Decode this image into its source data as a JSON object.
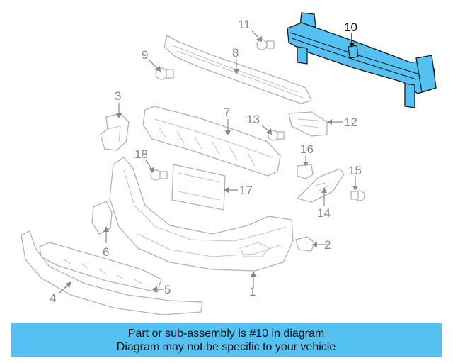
{
  "callouts": [
    {
      "number": "1"
    },
    {
      "number": "2"
    },
    {
      "number": "3"
    },
    {
      "number": "4"
    },
    {
      "number": "5"
    },
    {
      "number": "6"
    },
    {
      "number": "7"
    },
    {
      "number": "8"
    },
    {
      "number": "9"
    },
    {
      "number": "10"
    },
    {
      "number": "11"
    },
    {
      "number": "12"
    },
    {
      "number": "13"
    },
    {
      "number": "14"
    },
    {
      "number": "15"
    },
    {
      "number": "16"
    },
    {
      "number": "17"
    },
    {
      "number": "18"
    }
  ],
  "highlighted_part": "10",
  "colors": {
    "highlight": "#53c1f2",
    "outline": "#b3b3b3",
    "callout": "#8a8a8a"
  },
  "banner": {
    "line1": "Part or sub-assembly is #10 in diagram",
    "line2": "Diagram may not be specific to your vehicle"
  }
}
